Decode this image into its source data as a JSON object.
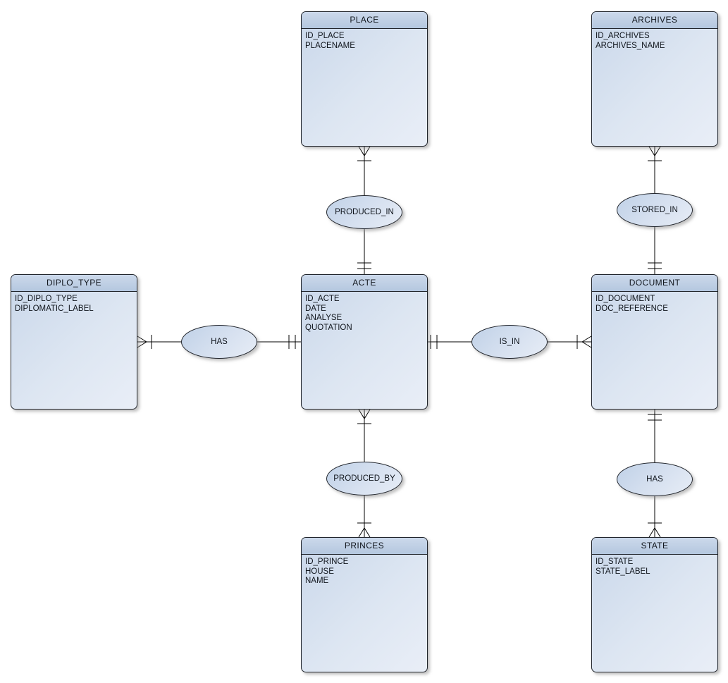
{
  "diagram": {
    "type": "entity-relationship",
    "notation": "crow's-foot with cardinality ticks",
    "background_color": "#ffffff",
    "colors": {
      "entity_header_fill": "#bccde4",
      "entity_body_gradient_start": "#c9d7ea",
      "entity_body_gradient_end": "#e9eef7",
      "ellipse_gradient_start": "#c0d1e7",
      "ellipse_gradient_end": "#e7edf6",
      "border": "#20242b",
      "connector_line": "#000000",
      "text": "#10151c"
    },
    "entities": [
      {
        "name": "PLACE",
        "attributes": [
          "ID_PLACE",
          "PLACENAME"
        ]
      },
      {
        "name": "ARCHIVES",
        "attributes": [
          "ID_ARCHIVES",
          "ARCHIVES_NAME"
        ]
      },
      {
        "name": "DIPLO_TYPE",
        "attributes": [
          "ID_DIPLO_TYPE",
          "DIPLOMATIC_LABEL"
        ]
      },
      {
        "name": "ACTE",
        "attributes": [
          "ID_ACTE",
          "DATE",
          "ANALYSE",
          "QUOTATION"
        ]
      },
      {
        "name": "DOCUMENT",
        "attributes": [
          "ID_DOCUMENT",
          "DOC_REFERENCE"
        ]
      },
      {
        "name": "PRINCES",
        "attributes": [
          "ID_PRINCE",
          "HOUSE",
          "NAME"
        ]
      },
      {
        "name": "STATE",
        "attributes": [
          "ID_STATE",
          "STATE_LABEL"
        ]
      }
    ],
    "relationships": [
      {
        "label": "PRODUCED_IN",
        "between": [
          "PLACE",
          "ACTE"
        ],
        "place_end": "many (crow's foot + tick)",
        "acte_end": "exactly one (double tick)"
      },
      {
        "label": "STORED_IN",
        "between": [
          "ARCHIVES",
          "DOCUMENT"
        ],
        "archives_end": "many (crow's foot + tick)",
        "document_end": "exactly one (double tick)"
      },
      {
        "label": "HAS",
        "between": [
          "DIPLO_TYPE",
          "ACTE"
        ],
        "diplo_type_end": "many (crow's foot + tick)",
        "acte_end": "exactly one (double tick)"
      },
      {
        "label": "IS_IN",
        "between": [
          "ACTE",
          "DOCUMENT"
        ],
        "acte_end": "exactly one (double tick)",
        "document_end": "many (crow's foot + tick)"
      },
      {
        "label": "PRODUCED_BY",
        "between": [
          "ACTE",
          "PRINCES"
        ],
        "acte_end": "many (crow's foot + tick)",
        "princes_end": "many (crow's foot + tick)"
      },
      {
        "label": "HAS",
        "between": [
          "DOCUMENT",
          "STATE"
        ],
        "document_end": "exactly one (double tick)",
        "state_end": "many (crow's foot + tick)"
      }
    ]
  }
}
